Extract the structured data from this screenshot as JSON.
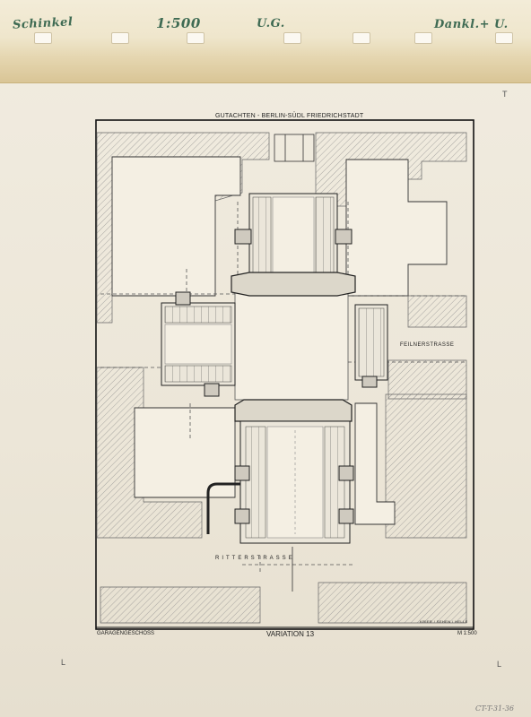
{
  "tape": {
    "annotations": [
      "Schinkel",
      "1:500",
      "U.G.",
      "Dankl.+ U."
    ]
  },
  "plan": {
    "title": "GUTACHTEN - BERLIN-SÜDL FRIEDRICHSTADT",
    "street_right": "FEILNERSTRASSE",
    "street_bottom": "RITTERSTRASSE",
    "floor_label": "GARAGENGESCHOSS",
    "variation": "VARIATION 13",
    "office_note": "KRIER / SEHEN / HELLE",
    "scale": "M 1:500"
  },
  "margin_marks": {
    "top_right": "T",
    "bottom_left": "L",
    "bottom_right": "L"
  },
  "archive_number": "CT-T-31-36"
}
